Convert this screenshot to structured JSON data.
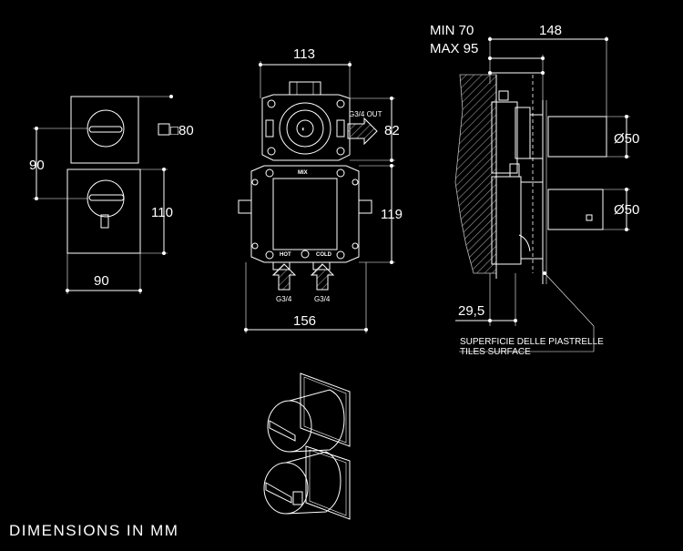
{
  "front_view": {
    "square_size": "□80",
    "width": "90",
    "height_total": "90",
    "height_plate": "110"
  },
  "box_view": {
    "top_width": "113",
    "bottom_width": "156",
    "cap_height": "82",
    "box_height": "119",
    "outlet_label": "G3/4 OUT",
    "mix_label": "MIX",
    "hot_label": "HOT",
    "cold_label": "COLD",
    "inlet_left": "G3/4",
    "inlet_right": "G3/4"
  },
  "side_view": {
    "min_depth": "MIN 70",
    "max_depth": "MAX 95",
    "total_depth": "148",
    "diameter_top": "Ø50",
    "diameter_bottom": "Ø50",
    "offset": "29,5",
    "tiles_label_it": "SUPERFICIE DELLE PIASTRELLE",
    "tiles_label_en": "TILES SURFACE"
  },
  "footer": "DIMENSIONS IN MM"
}
